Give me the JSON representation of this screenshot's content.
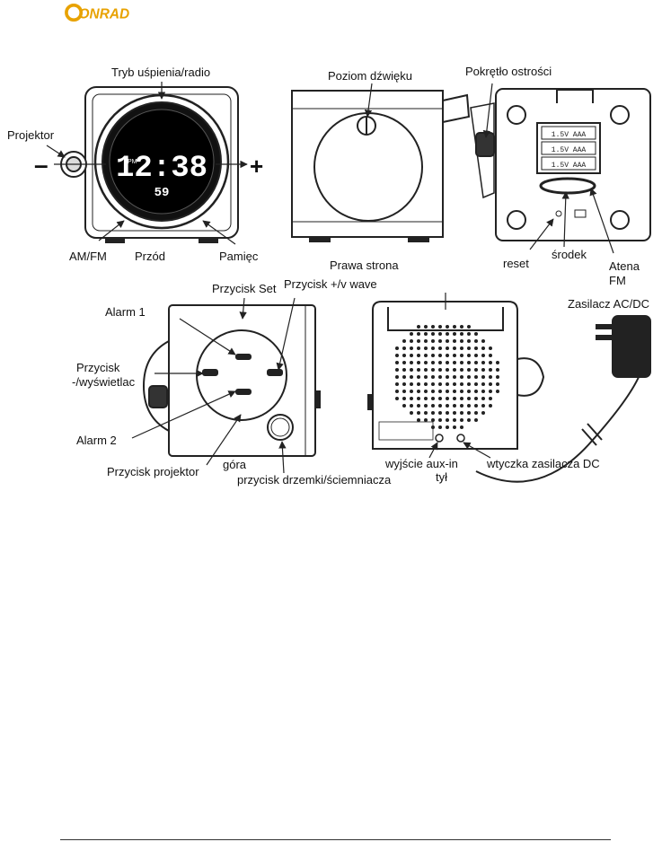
{
  "header": {
    "logo_text": "ONRAD"
  },
  "labels": {
    "tryb": "Tryb uśpienia/radio",
    "projektor": "Projektor",
    "amfm": "AM/FM",
    "przod": "Przód",
    "pamiec": "Pamięc",
    "poziom": "Poziom dźwięku",
    "prawa": "Prawa strona",
    "pokretlo": "Pokrętło ostrości",
    "reset": "reset",
    "srodek": "środek",
    "atena_1": "Atena",
    "atena_2": "FM",
    "przycisk_set": "Przycisk Set",
    "przycisk_plus": "Przycisk +/v wave",
    "alarm1": "Alarm 1",
    "przycisk_minus_1": "Przycisk",
    "przycisk_minus_2": "-/wyświetlac",
    "alarm2": "Alarm 2",
    "przycisk_proj": "Przycisk projektor",
    "gora": "góra",
    "drzemki": "przycisk drzemki/ściemniacza",
    "aux": "wyjście aux-in",
    "tyl": "tył",
    "wtyczka": "wtyczka zasilacza DC",
    "zasilacz": "Zasilacz AC/DC"
  },
  "clock": {
    "time": "12:38",
    "seconds": "59",
    "pm": "PM"
  },
  "batteries": [
    "1.5V AAA",
    "1.5V AAA",
    "1.5V AAA"
  ]
}
